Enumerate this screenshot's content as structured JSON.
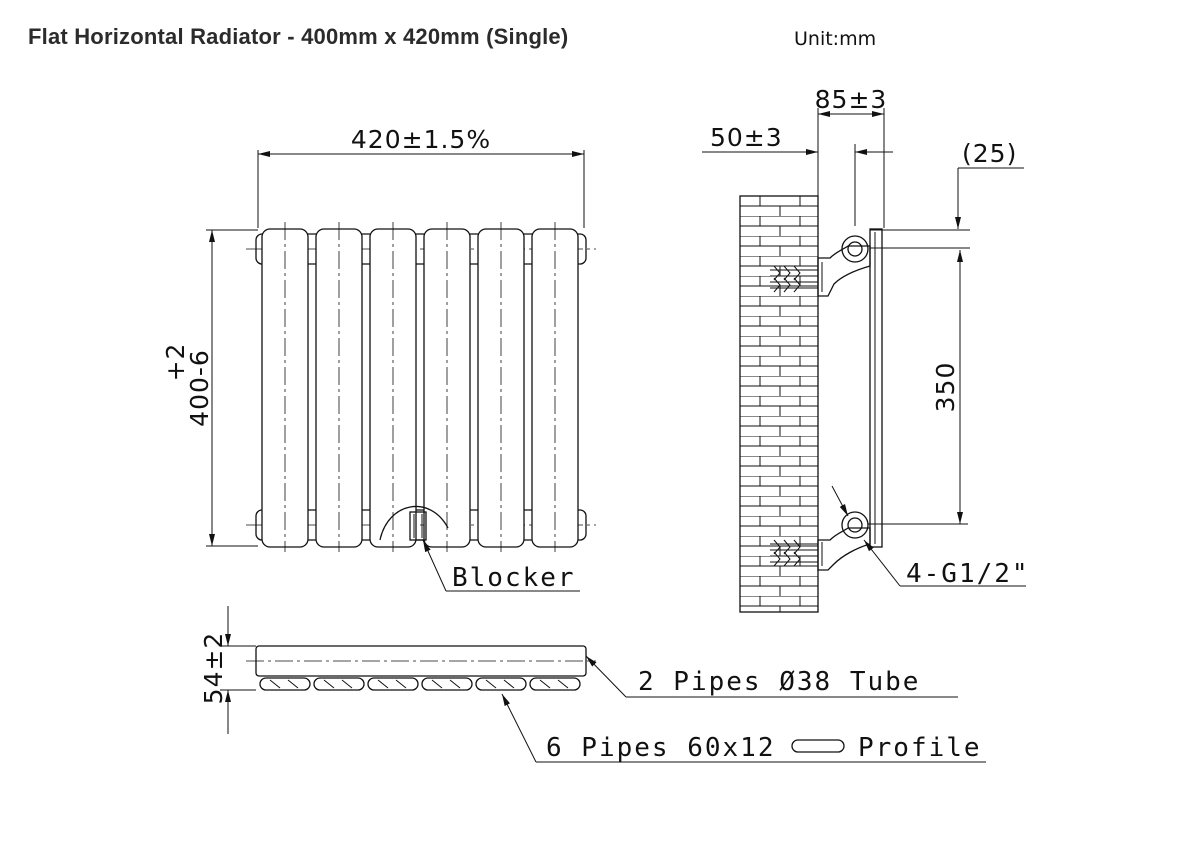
{
  "title": "Flat Horizontal Radiator - 400mm x 420mm (Single)",
  "unit_label": "Unit:mm",
  "front_view": {
    "width_dim": "420±1.5%",
    "height_tol": "+2",
    "height_dim": "400-6",
    "blocker_label": "Blocker"
  },
  "side_view": {
    "depth_dim": "85±3",
    "wall_dim": "50±3",
    "offset_dim": "(25)",
    "centres_dim": "350",
    "connection_label": "4-G1/2\""
  },
  "top_view": {
    "depth_dim": "54±2",
    "header_label": "2 Pipes Ø38 Tube",
    "column_label_prefix": "6 Pipes 60x12",
    "column_label_suffix": "Profile"
  },
  "colors": {
    "ink": "#111111",
    "title": "#2b2b2b",
    "background": "#ffffff"
  },
  "icons": {
    "profile_shape": "stadium-oval-icon",
    "arrowhead": "arrow-head-icon"
  }
}
